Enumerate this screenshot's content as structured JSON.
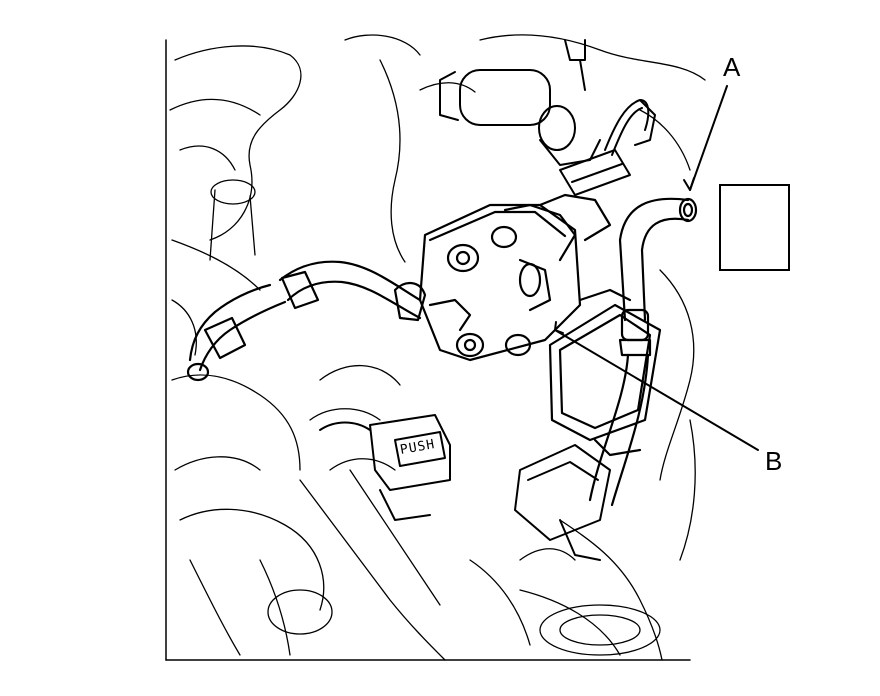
{
  "callouts": {
    "a": "A",
    "b": "B"
  },
  "connector_text": "PUSH",
  "colors": {
    "line": "#000000",
    "background": "#ffffff"
  }
}
